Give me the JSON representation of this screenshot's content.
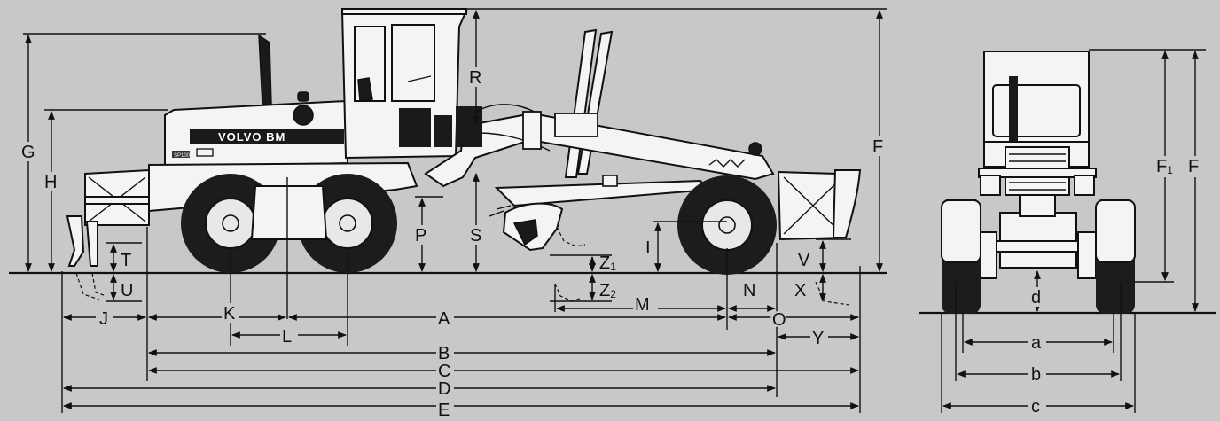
{
  "brand": {
    "badge": "VOLVO BM",
    "model_plate": "SP100"
  },
  "labels": {
    "G": "G",
    "H": "H",
    "R": "R",
    "F": "F",
    "F1_main": "F",
    "F1_sub": "1",
    "F_front": "F",
    "P": "P",
    "S": "S",
    "T": "T",
    "U": "U",
    "I": "I",
    "Z1_main": "Z",
    "Z1_sub": "1",
    "Z2_main": "Z",
    "Z2_sub": "2",
    "V": "V",
    "X": "X",
    "N": "N",
    "M": "M",
    "O": "O",
    "Y": "Y",
    "J": "J",
    "K": "K",
    "L": "L",
    "A": "A",
    "B": "B",
    "C": "C",
    "D": "D",
    "E": "E",
    "d": "d",
    "a": "a",
    "b": "b",
    "c": "c"
  },
  "colors": {
    "background": "#c8c8cb",
    "ink": "#111111",
    "paint": "#f4f4f2"
  }
}
